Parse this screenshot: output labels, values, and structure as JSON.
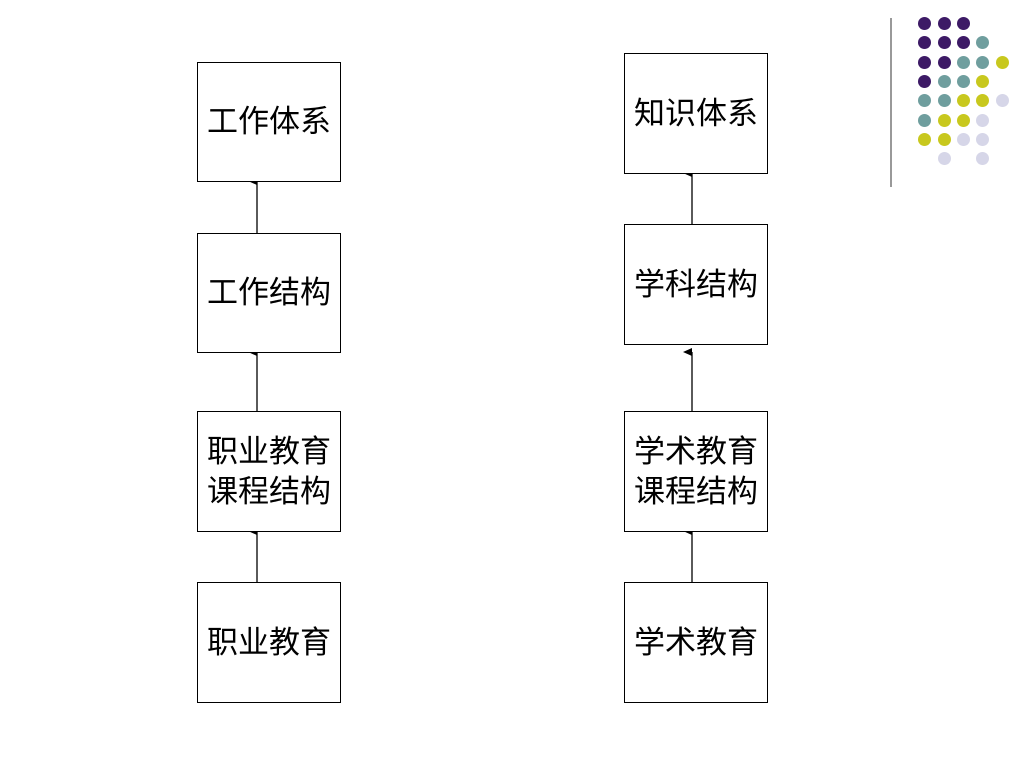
{
  "diagram": {
    "left_column": [
      {
        "text": "工作体系"
      },
      {
        "text": "工作结构"
      },
      {
        "text": "职业教育\n课程结构"
      },
      {
        "text": "职业教育"
      }
    ],
    "right_column": [
      {
        "text": "知识体系"
      },
      {
        "text": "学科结构"
      },
      {
        "text": "学术教育\n课程结构"
      },
      {
        "text": "学术教育"
      }
    ]
  },
  "decoration": {
    "colors": {
      "purple": "#3d1a66",
      "teal": "#6f9e9e",
      "olive": "#c8c81e",
      "lavender": "#d6d6e8"
    }
  }
}
